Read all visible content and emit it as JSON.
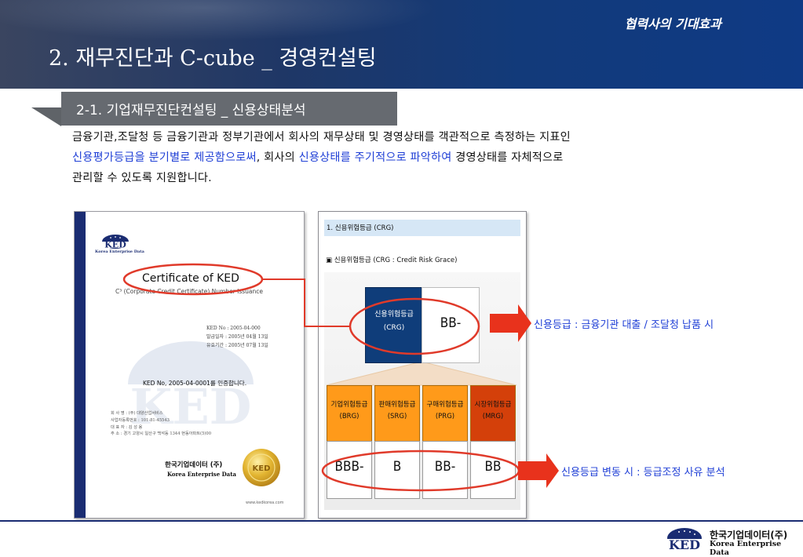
{
  "header": {
    "tag": "협력사의 기대효과",
    "title": "2. 재무진단과 C-cube _ 경영컨설팅"
  },
  "section": {
    "label": "2-1. 기업재무진단컨설팅 _ 신용상태분석"
  },
  "body": {
    "line1": "금융기관,조달청 등 금융기관과 정부기관에서 회사의 재무상태 및 경영상태를 객관적으로 측정하는 지표인",
    "line2_hl1": "신용평가등급을 분기별로 제공함으로써",
    "line2_mid": ", 회사의 ",
    "line2_hl2": "신용상태를 주기적으로 파악하여",
    "line2_end": " 경영상태를 자체적으로",
    "line3": "관리할 수 있도록 지원합니다."
  },
  "certificate": {
    "logo_text": "KED",
    "logo_caption": "Korea Enterprise Data",
    "title": "Certificate of KED",
    "subtitle": "C³ (Corporate Credit Certificate) Number Issuance",
    "meta": [
      "KED No : 2005-04-000",
      "발급일자 : 2005년 04월 13일",
      "유효기간 : 2005년 07월 13일"
    ],
    "cert_no": "KED No, 2005-04-0001를 인증합니다.",
    "info": [
      "회 사 명 : (주) 대양산업서비스",
      "사업자등록번호 : 101-81-45543",
      "대 표 자 : 김 성 용",
      "주 소 : 경기 고양시 일산구 백석동 1344 현동아파트(5)00"
    ],
    "company_kr": "한국기업데이터 (주)",
    "company_en": "Korea Enterprise Data",
    "seal_text": "KED",
    "url": "www.kedkorea.com"
  },
  "crg_panel": {
    "header": "1. 신용위험등급 (CRG)",
    "caption": "▣ 신용위험등급 (CRG : Credit Risk Grace)",
    "main": {
      "name": "신용위험등급",
      "code": "(CRG)",
      "value": "BB-"
    },
    "sub_grades": [
      {
        "name": "기업위험등급",
        "code": "(BRG)",
        "value": "BBB-",
        "color": "#ff9a1a"
      },
      {
        "name": "판매위험등급",
        "code": "(SRG)",
        "value": "B",
        "color": "#ff9a1a"
      },
      {
        "name": "구매위험등급",
        "code": "(PRG)",
        "value": "BB-",
        "color": "#ff9a1a"
      },
      {
        "name": "시장위험등급",
        "code": "(MRG)",
        "value": "BB",
        "color": "#d4400a"
      }
    ]
  },
  "callouts": {
    "top": "신용등급 : 금융기관 대출 / 조달청 납품 시",
    "bottom": "신용등급 변동 시 : 등급조정 사유 분석"
  },
  "footer": {
    "logo_text": "KED",
    "company_kr": "한국기업데이터(주)",
    "company_en": "Korea Enterprise Data"
  },
  "colors": {
    "highlight": "#1f3fd6",
    "ellipse": "#e03a2a",
    "arrow": "#e8321c",
    "navy": "#1a2c72"
  }
}
